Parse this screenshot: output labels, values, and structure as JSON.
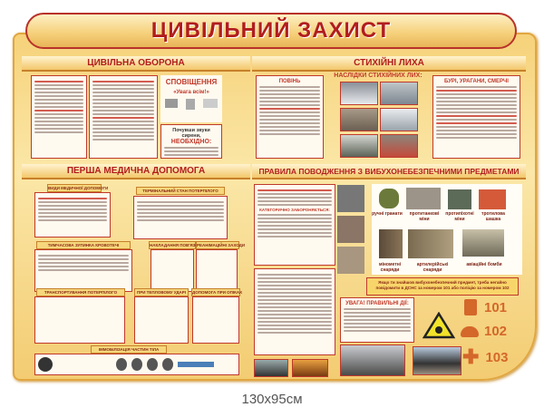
{
  "title": "ЦИВІЛЬНИЙ ЗАХИСТ",
  "sections": {
    "civil_defense": {
      "title": "ЦИВІЛЬНА ОБОРОНА",
      "alert_title": "СПОВІЩЕННЯ",
      "alert_sub": "«Увага всім!»",
      "siren_title": "Почувши звуки сирени,",
      "siren_sub": "НЕОБХІДНО:"
    },
    "disasters": {
      "title": "СТИХІЙНІ ЛИХА",
      "flood": "ПОВІНЬ",
      "effects": "НАСЛІДКИ СТИХІЙНИХ ЛИХ:",
      "storms": "БУРІ, УРАГАНИ, СМЕРЧІ"
    },
    "first_aid": {
      "title": "ПЕРША МЕДИЧНА ДОПОМОГА",
      "blocks": [
        "ВИДИ МЕДИЧНОЇ ДОПОМОГИ",
        "ТЕРМІНАЛЬНИЙ СТАН ПОТЕРПІЛОГО",
        "ТИМЧАСОВА ЗУПИНКА КРОВОТЕЧІ",
        "НАКЛАДАННЯ ПОВ'ЯЗОК",
        "РЕАНІМАЦІЙНІ ЗАХОДИ",
        "ТРАНСПОРТУВАННЯ ПОТЕРПІЛОГО",
        "ПРИ ТЕПЛОВОМУ УДАРІ",
        "ДОПОМОГА ПРИ ОПІКАХ",
        "ІММОБІЛІЗАЦІЯ ЧАСТИН ТІЛА"
      ]
    },
    "explosives": {
      "title": "ПРАВИЛА ПОВОДЖЕННЯ З ВИБУХОНЕБЕЗПЕЧНИМИ ПРЕДМЕТАМИ",
      "forbidden": "КАТЕГОРИЧНО ЗАБОРОНЯЄТЬСЯ:",
      "items": [
        "ручні гранати",
        "протитанкові міни",
        "протипіхотні міни",
        "тротилова шашка",
        "мінометні снаряди",
        "артилерійські снаряди",
        "авіаційні бомби"
      ],
      "notice": "Якщо ти знайшов вибухонебезпечний предмет, треба негайно повідомити в ДСНС за номером 101 або поліцію за номером 102",
      "actions": "УВАГА! ПРАВИЛЬНІ ДІЇ:"
    }
  },
  "emergency": [
    {
      "icon": "fire-extinguisher-icon",
      "number": "101"
    },
    {
      "icon": "police-helmet-icon",
      "number": "102"
    },
    {
      "icon": "medical-cross-icon",
      "number": "103"
    }
  ],
  "caption": "130x95см",
  "colors": {
    "accent": "#b11d1d",
    "gold": "#f6d27a",
    "orange": "#d4672a"
  }
}
